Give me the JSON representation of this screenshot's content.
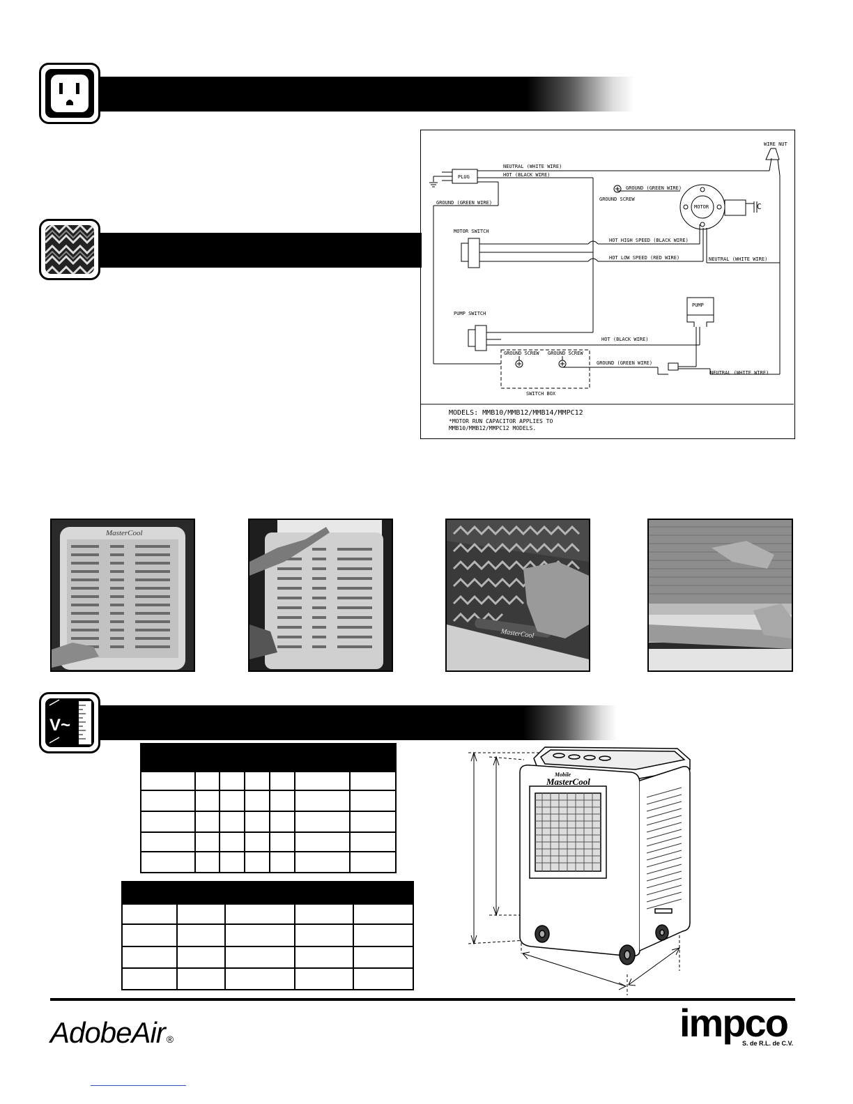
{
  "sections": {
    "electrical": {
      "icon": "electrical-outlet-icon"
    },
    "media": {
      "icon": "evaporative-media-icon"
    },
    "specifications": {
      "icon": "voltage-measure-icon"
    }
  },
  "wiring_diagram": {
    "labels": {
      "wire_nut": "WIRE NUT",
      "neutral_white": "NEUTRAL (WHITE WIRE)",
      "plug": "PLUG",
      "hot_black": "HOT (BLACK WIRE)",
      "ground_green_top": "GROUND (GREEN WIRE)",
      "ground_green_motor": "GROUND (GREEN WIRE)",
      "ground_screw_motor": "GROUND SCREW",
      "motor": "MOTOR",
      "capacitor": "C",
      "motor_switch": "MOTOR SWITCH",
      "hot_high_speed": "HOT HIGH SPEED (BLACK WIRE)",
      "hot_low_speed": "HOT LOW SPEED (RED WIRE)",
      "neutral_white_motor": "NEUTRAL (WHITE WIRE)",
      "pump": "PUMP",
      "pump_switch": "PUMP SWITCH",
      "hot_black_pump": "HOT (BLACK WIRE)",
      "ground_screw_1": "GROUND SCREW",
      "ground_screw_2": "GROUND SCREW",
      "ground_green_pump": "GROUND (GREEN WIRE)",
      "neutral_white_pump": "NEUTRAL (WHITE WIRE)",
      "switch_box": "SWITCH BOX"
    },
    "models_line": "MODELS: MMB10/MMB12/MMB14/MMPC12",
    "note_line1": "*MOTOR RUN CAPACITOR APPLIES TO",
    "note_line2": "MMB10/MMB12/MMPC12 MODELS."
  },
  "photos": [
    {
      "name": "photo-front-grille",
      "brand": "MasterCool"
    },
    {
      "name": "photo-grille-removal",
      "brand": ""
    },
    {
      "name": "photo-media-screwdriver",
      "brand": "MasterCool"
    },
    {
      "name": "photo-media-pad-removal",
      "brand": ""
    }
  ],
  "unit_illustration": {
    "brand_line1": "Mobile",
    "brand_line2": "MasterCool"
  },
  "footer": {
    "adobeair_logo": "AdobeAir",
    "registered_mark": "®",
    "impco_logo": "impco",
    "impco_sub": "S. de R.L. de C.V."
  },
  "colors": {
    "ink": "#000000",
    "paper": "#ffffff",
    "link": "#3355cc"
  }
}
